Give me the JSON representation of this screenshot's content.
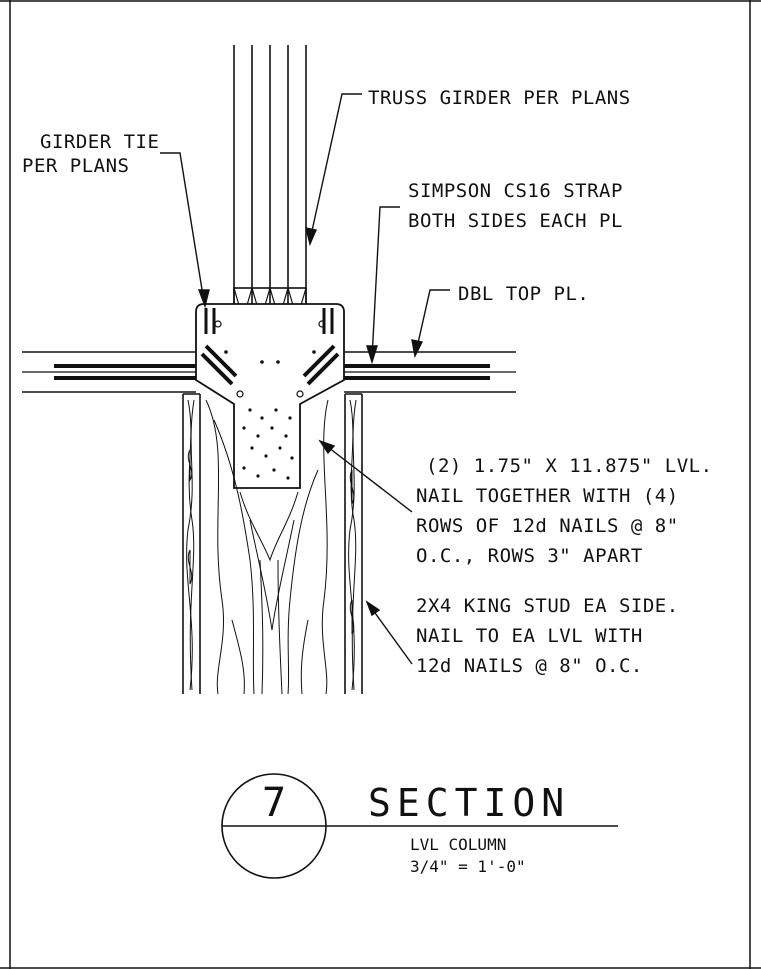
{
  "callouts": {
    "truss_girder": "TRUSS GIRDER PER PLANS",
    "girder_tie_1": "GIRDER TIE",
    "girder_tie_2": "PER PLANS",
    "simpson_1": "SIMPSON CS16 STRAP",
    "simpson_2": "BOTH SIDES EACH PL",
    "dbl_top": "DBL TOP PL.",
    "lvl_1": "(2) 1.75\" X 11.875\" LVL.",
    "lvl_2": "NAIL TOGETHER WITH (4)",
    "lvl_3": "ROWS OF 12d NAILS @ 8\"",
    "lvl_4": "O.C., ROWS 3\" APART",
    "king_1": "2X4 KING STUD EA SIDE.",
    "king_2": "NAIL TO EA LVL WITH",
    "king_3": "12d NAILS @ 8\" O.C."
  },
  "title_block": {
    "detail_number": "7",
    "title": "SECTION",
    "subtitle": "LVL COLUMN",
    "scale": "3/4\" = 1'-0\""
  },
  "colors": {
    "line": "#111111",
    "background": "#ffffff"
  }
}
